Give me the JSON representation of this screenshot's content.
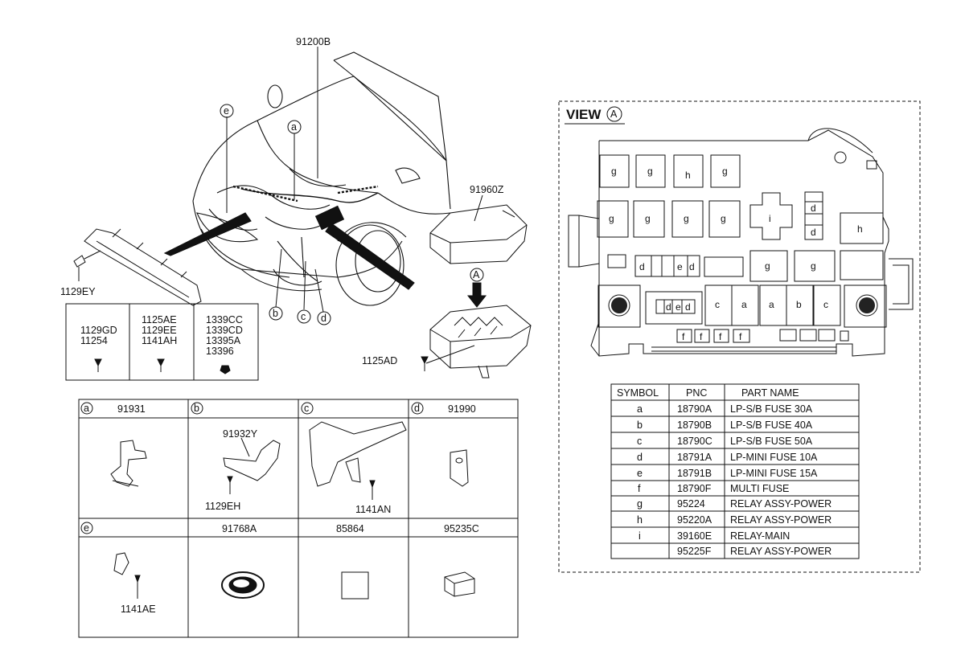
{
  "callouts": {
    "c91200B": "91200B",
    "c91960Z": "91960Z",
    "c1129EY": "1129EY",
    "c1125AD": "1125AD",
    "ref_e": "e",
    "ref_a": "a",
    "ref_b": "b",
    "ref_c": "c",
    "ref_d": "d",
    "view_marker": "A"
  },
  "bolt_table": {
    "col1": [
      "1129GD",
      "11254"
    ],
    "col2": [
      "1125AE",
      "1129EE",
      "1141AH"
    ],
    "col3": [
      "1339CC",
      "1339CD",
      "13395A",
      "13396"
    ]
  },
  "parts_grid": {
    "top": [
      {
        "letter": "a",
        "pnc": "91931"
      },
      {
        "letter": "b",
        "pnc": ""
      },
      {
        "letter": "c",
        "pnc": ""
      },
      {
        "letter": "d",
        "pnc": "91990"
      }
    ],
    "b_labels": [
      "91932Y",
      "1129EH"
    ],
    "c_labels": [
      "1141AN"
    ],
    "bottom": [
      {
        "letter": "e",
        "pnc": ""
      },
      {
        "letter": "",
        "pnc": "91768A"
      },
      {
        "letter": "",
        "pnc": "85864"
      },
      {
        "letter": "",
        "pnc": "95235C"
      }
    ],
    "e_labels": [
      "1141AE"
    ]
  },
  "view": {
    "title": "VIEW",
    "marker": "A",
    "slots": {
      "r1": [
        "g",
        "g",
        "h",
        "g"
      ],
      "r2": [
        "g",
        "g",
        "g",
        "g"
      ],
      "relay_main": "i",
      "mini_right": [
        "d",
        "d"
      ],
      "h_right": "h",
      "r3_small": [
        "d",
        "e",
        "d"
      ],
      "r3_relays": [
        "g",
        "g"
      ],
      "r4_small": [
        "d",
        "e",
        "d"
      ],
      "r4_big": [
        "c",
        "a",
        "a",
        "b",
        "c"
      ],
      "multi": [
        "f",
        "f",
        "f",
        "f"
      ]
    }
  },
  "legend": {
    "headers": [
      "SYMBOL",
      "PNC",
      "PART NAME"
    ],
    "rows": [
      {
        "symbol": "a",
        "pnc": "18790A",
        "name": "LP-S/B FUSE 30A"
      },
      {
        "symbol": "b",
        "pnc": "18790B",
        "name": "LP-S/B FUSE 40A"
      },
      {
        "symbol": "c",
        "pnc": "18790C",
        "name": "LP-S/B FUSE 50A"
      },
      {
        "symbol": "d",
        "pnc": "18791A",
        "name": "LP-MINI FUSE 10A"
      },
      {
        "symbol": "e",
        "pnc": "18791B",
        "name": "LP-MINI FUSE 15A"
      },
      {
        "symbol": "f",
        "pnc": "18790F",
        "name": "MULTI FUSE"
      },
      {
        "symbol": "g",
        "pnc": "95224",
        "name": "RELAY ASSY-POWER"
      },
      {
        "symbol": "h",
        "pnc": "95220A",
        "name": "RELAY ASSY-POWER"
      },
      {
        "symbol": "i",
        "pnc": "39160E",
        "name": "RELAY-MAIN"
      },
      {
        "symbol": "",
        "pnc": "95225F",
        "name": "RELAY ASSY-POWER"
      }
    ]
  }
}
